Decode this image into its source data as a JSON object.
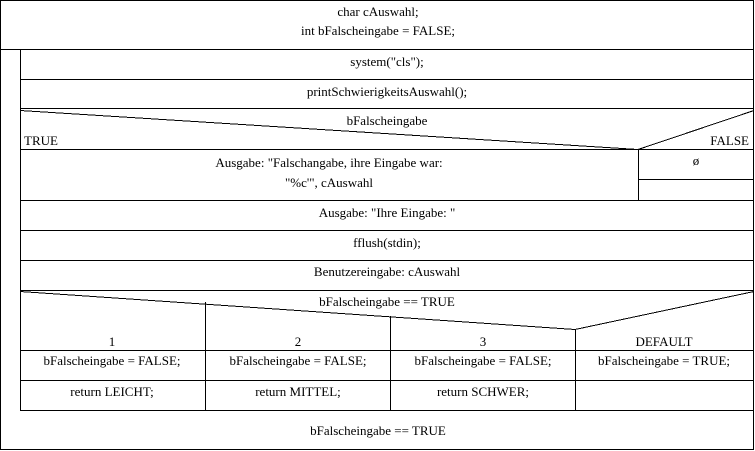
{
  "diagram": {
    "declarations": {
      "line1": "char cAuswahl;",
      "line2": "int bFalscheingabe = FALSE;"
    },
    "loop_body": {
      "step_system": "system(\"cls\");",
      "step_print": "printSchwierigkeitsAuswahl();",
      "if_block": {
        "condition": "bFalscheingabe",
        "true_label": "TRUE",
        "false_label": "FALSE",
        "true_action": "Ausgabe: \"Falschangabe, ihre Eingabe war:\n\"%c'\", cAuswahl",
        "false_action": "ø"
      },
      "step_prompt": "Ausgabe: \"Ihre Eingabe: \"",
      "step_fflush": "fflush(stdin);",
      "step_input": "Benutzereingabe: cAuswahl",
      "switch_block": {
        "condition": "bFalscheingabe == TRUE",
        "cases": [
          {
            "label": "1",
            "assignment": "bFalscheingabe = FALSE;",
            "result": "return LEICHT;"
          },
          {
            "label": "2",
            "assignment": "bFalscheingabe = FALSE;",
            "result": "return MITTEL;"
          },
          {
            "label": "3",
            "assignment": "bFalscheingabe = FALSE;",
            "result": "return SCHWER;"
          },
          {
            "label": "DEFAULT",
            "assignment": "bFalscheingabe = TRUE;",
            "result": ""
          }
        ]
      }
    },
    "loop_condition": "bFalscheingabe == TRUE"
  }
}
